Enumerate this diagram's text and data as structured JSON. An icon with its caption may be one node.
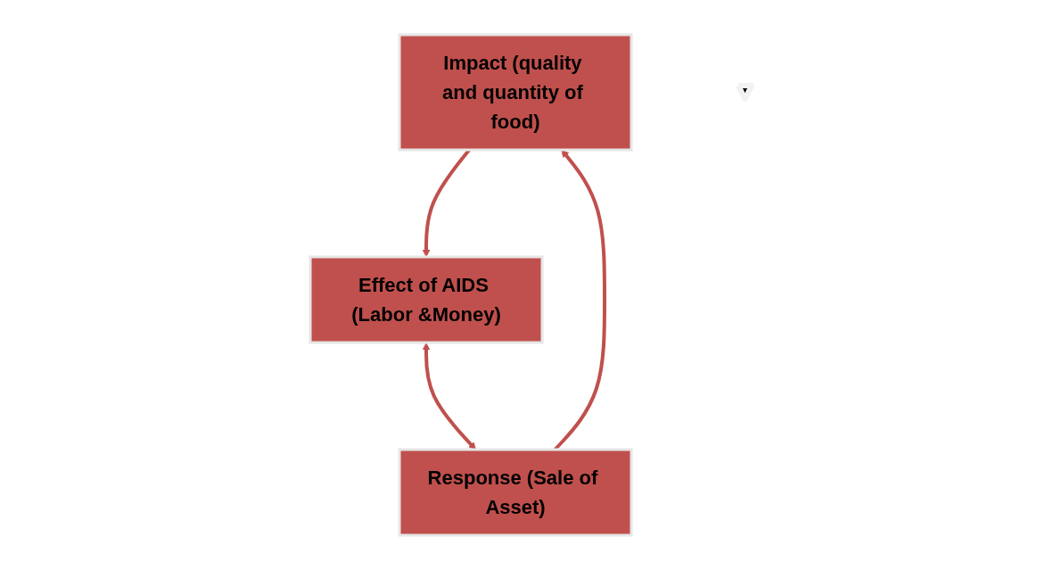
{
  "diagram": {
    "nodes": [
      {
        "text": [
          "Impact (quality and quantity of food)"
        ]
      },
      {
        "text": [
          "Response (Sale of Asset)"
        ]
      },
      {
        "text": [
          "Effect of AIDS (Labor &Money)"
        ]
      },
      {
        "text": [],
        "shape": "triangle"
      }
    ],
    "edges": [
      {
        "from": 0,
        "to": 2,
        "arrow": "to"
      },
      {
        "from": 2,
        "to": 1,
        "arrow": "both"
      },
      {
        "from": 1,
        "to": 0,
        "arrow": "to"
      }
    ]
  }
}
